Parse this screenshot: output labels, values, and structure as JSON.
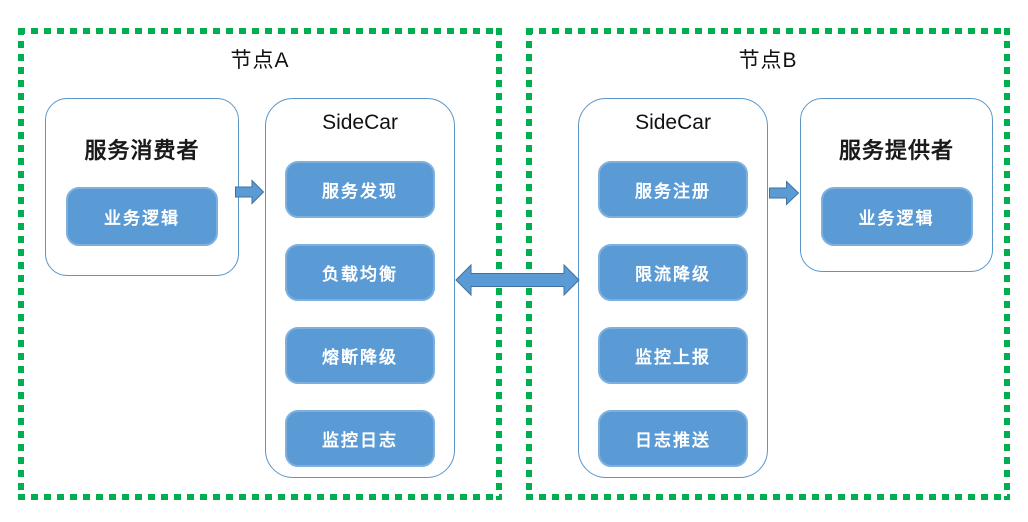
{
  "colors": {
    "node_border_green": "#00B050",
    "shape_blue": "#5B9BD5",
    "shape_blue_border": "#7EB0DE",
    "container_border": "#5B96C8",
    "arrow_outline": "#41719C"
  },
  "node_a": {
    "title": "节点A",
    "consumer": {
      "label": "服务消费者",
      "chip": "业务逻辑"
    },
    "sidecar": {
      "title": "SideCar",
      "items": [
        "服务发现",
        "负载均衡",
        "熔断降级",
        "监控日志"
      ]
    }
  },
  "node_b": {
    "title": "节点B",
    "sidecar": {
      "title": "SideCar",
      "items": [
        "服务注册",
        "限流降级",
        "监控上报",
        "日志推送"
      ]
    },
    "provider": {
      "label": "服务提供者",
      "chip": "业务逻辑"
    }
  },
  "arrows": {
    "consumer_to_sidecar": "right",
    "sidecar_to_sidecar": "bidirectional",
    "sidecar_to_provider": "right"
  }
}
